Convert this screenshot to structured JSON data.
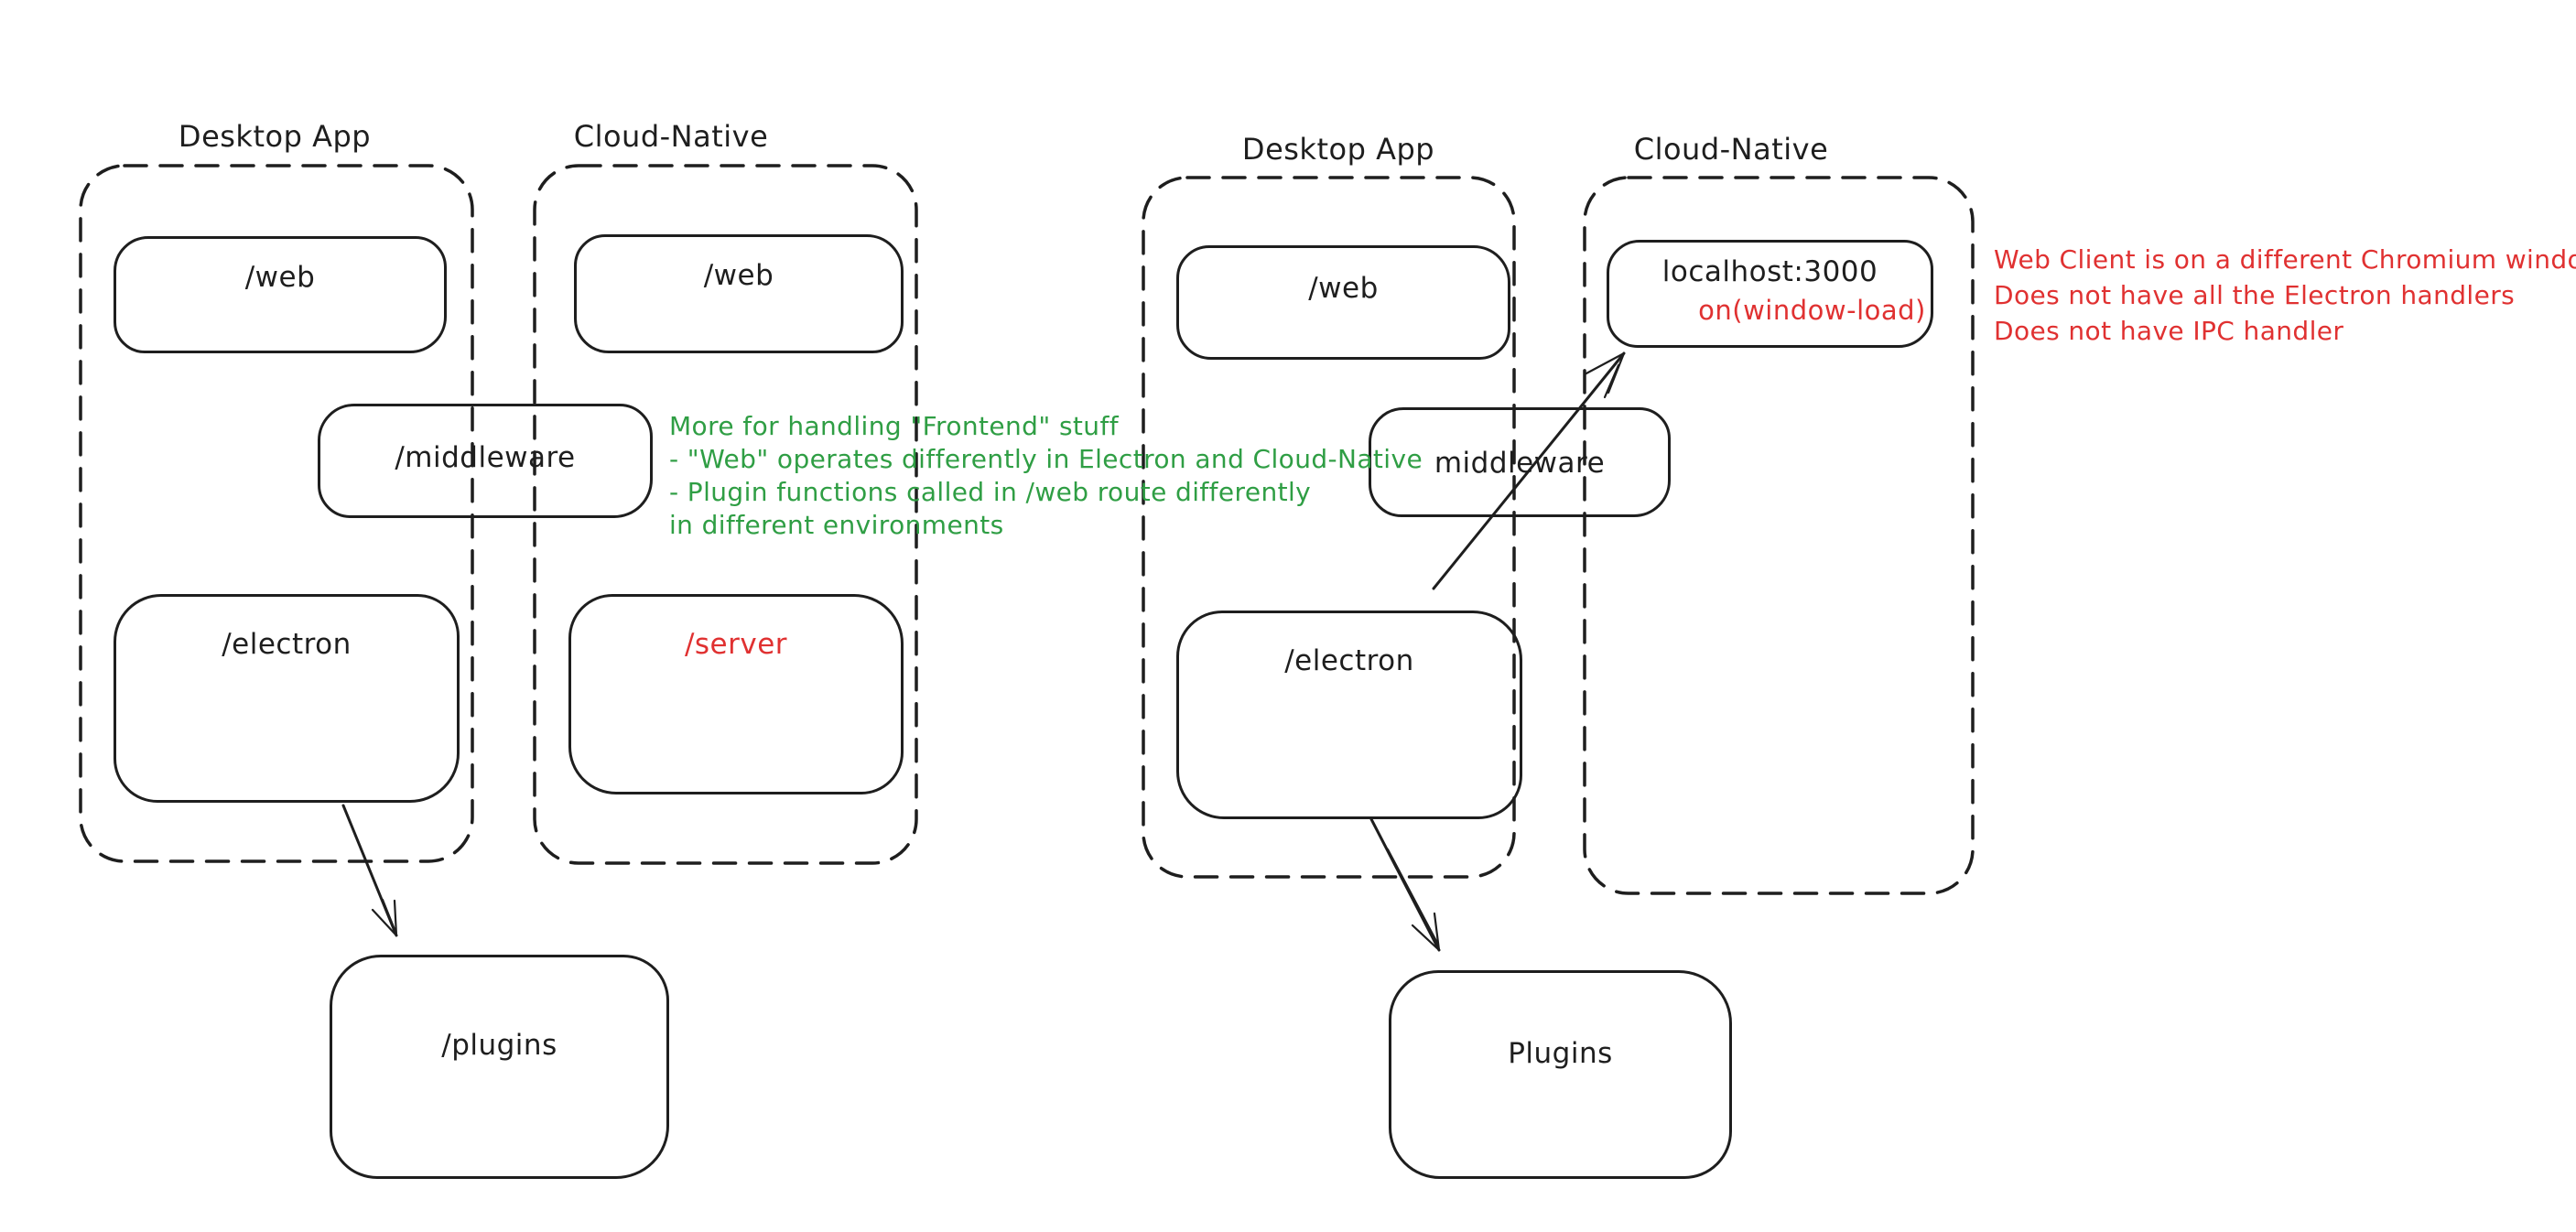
{
  "colors": {
    "background": "#ffffff",
    "ink": "#1e1e1e",
    "red": "#e03131",
    "green": "#2f9e44"
  },
  "left": {
    "desktop_label": "Desktop App",
    "cloud_label": "Cloud-Native",
    "boxes": {
      "web_desktop": "/web",
      "web_cloud": "/web",
      "middleware": "/middleware",
      "electron": "/electron",
      "server": "/server",
      "plugins": "/plugins"
    },
    "green_note": {
      "lines": [
        "More for handling \"Frontend\" stuff",
        "- \"Web\" operates differently in Electron and Cloud-Native",
        "- Plugin functions called in /web route differently",
        "in different environments"
      ]
    }
  },
  "right": {
    "desktop_label": "Desktop App",
    "cloud_label": "Cloud-Native",
    "boxes": {
      "web": "/web",
      "localhost": "localhost:3000",
      "window_load": "on(window-load)",
      "middleware": "middleware",
      "electron": "/electron",
      "plugins": "Plugins"
    },
    "red_note": {
      "lines": [
        "Web Client is on a different Chromium window",
        "Does not have all the Electron handlers",
        "Does not have IPC handler"
      ]
    }
  }
}
